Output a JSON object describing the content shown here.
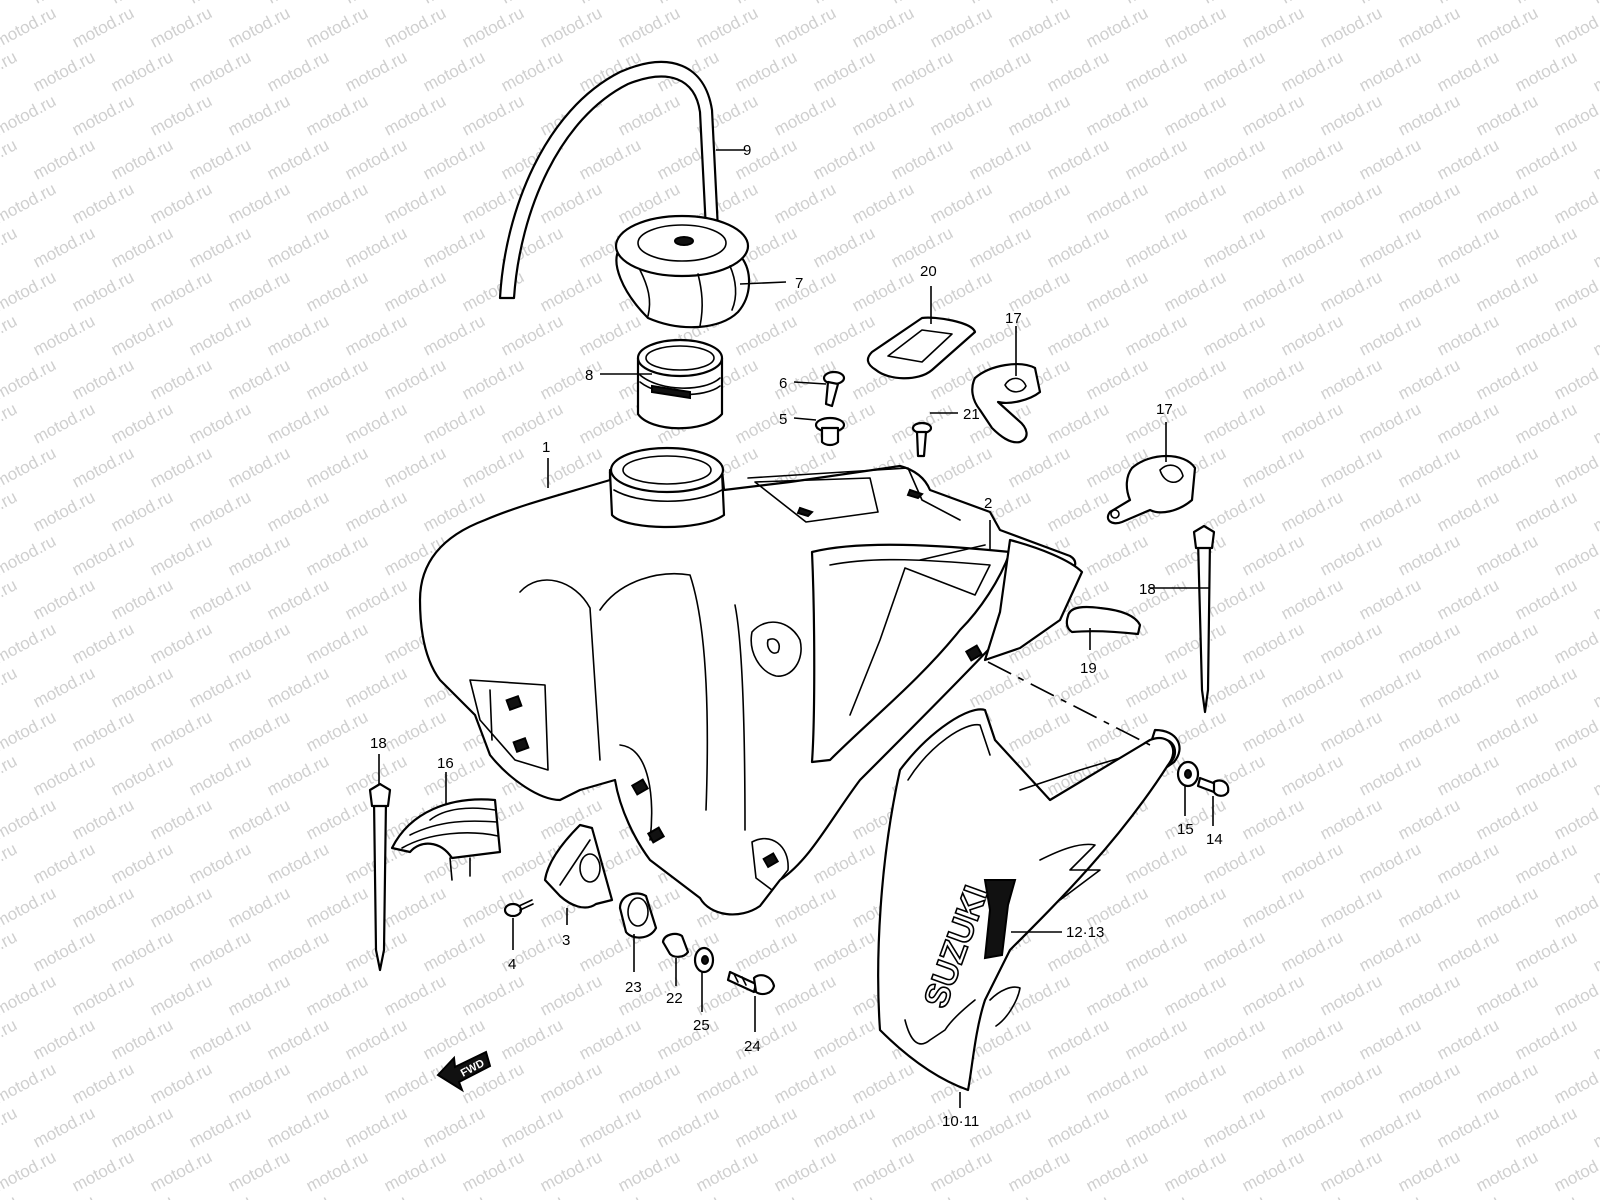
{
  "watermark": "motod.ru",
  "decal_text": "SUZUKI",
  "fwd_label": "FWD",
  "callouts": {
    "c1": "1",
    "c2": "2",
    "c3": "3",
    "c4": "4",
    "c5": "5",
    "c6": "6",
    "c7": "7",
    "c8": "8",
    "c9": "9",
    "c10_11": "10·11",
    "c12_13": "12·13",
    "c14": "14",
    "c15": "15",
    "c16": "16",
    "c17a": "17",
    "c17b": "17",
    "c18a": "18",
    "c18b": "18",
    "c19": "19",
    "c20": "20",
    "c21": "21",
    "c22": "22",
    "c23": "23",
    "c24": "24",
    "c25": "25"
  }
}
